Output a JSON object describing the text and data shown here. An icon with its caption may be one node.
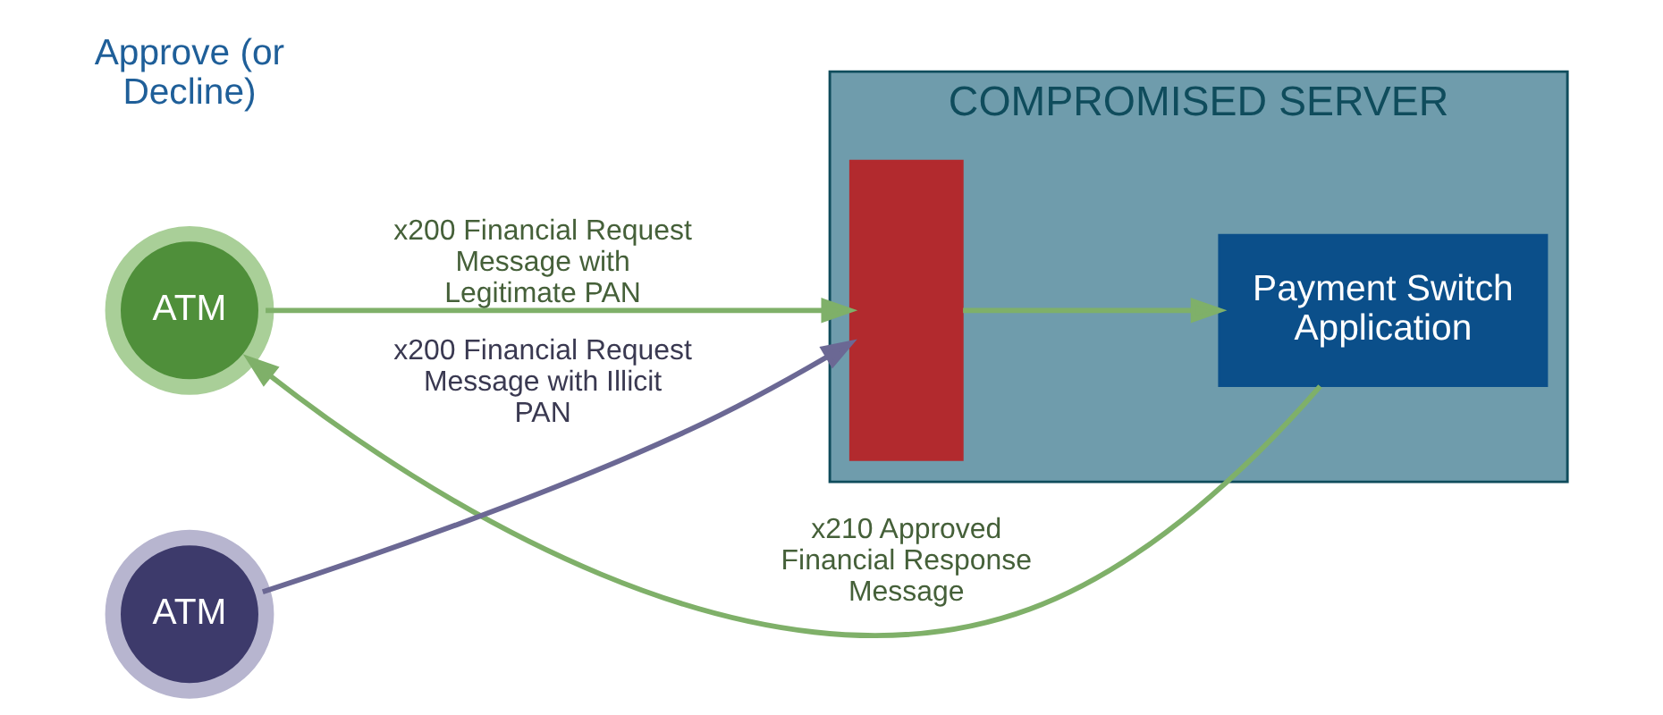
{
  "diagram": {
    "nodes": [
      {
        "text": [
          "ATM"
        ]
      },
      {
        "text": [
          "COMPROMISED SERVER"
        ]
      },
      {
        "text": [],
        "shape": "bar",
        "in": 1
      },
      {
        "text": [
          "Payment Switch Application"
        ],
        "in": 1
      },
      {
        "text": [
          "ATM"
        ]
      }
    ],
    "edges": [
      {
        "from": 0,
        "to": 2,
        "arrow": "to",
        "label": "x200 Financial Request Message with Legitimate PAN",
        "color": "#7fb069"
      },
      {
        "from": 2,
        "to": 3,
        "arrow": "to",
        "color": "#7fb069"
      },
      {
        "from": 3,
        "to": 0,
        "arrow": "to",
        "label": "x210 Approved Financial Response Message",
        "color": "#7fb069"
      },
      {
        "from": 4,
        "to": 2,
        "arrow": "to",
        "label": "x200 Financial Request Message with Illicit PAN",
        "color": "#6b6894"
      }
    ],
    "labels": [
      "Approve (or Decline)"
    ]
  }
}
